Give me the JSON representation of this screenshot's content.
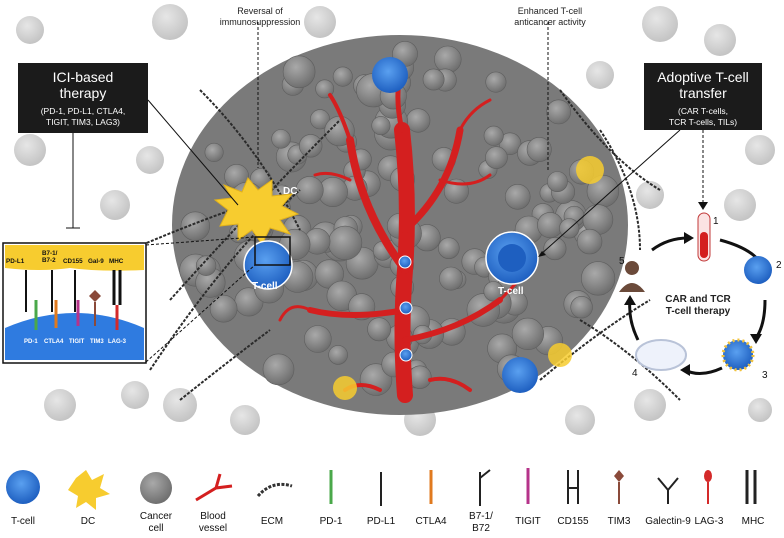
{
  "callouts": {
    "reversal": "Reversal of\nimmunosuppression",
    "enhanced": "Enhanced T-cell\nanticancer activity"
  },
  "ici_box": {
    "title": "ICI-based\ntherapy",
    "subtitle": "(PD-1, PD-L1, CTLA4,\nTIGIT, TIM3, LAG3)"
  },
  "act_box": {
    "title": "Adoptive T-cell\ntransfer",
    "subtitle": "(CAR T-cells,\nTCR T-cells, TILs)"
  },
  "scene_labels": {
    "dc": "DC",
    "tcell_left": "T-cell",
    "tcell_right": "T-cell"
  },
  "inset": {
    "top_labels": [
      "B7-1/\nB7-2",
      "CD155",
      "Gal-9",
      "MHC"
    ],
    "pd_l1": "PD-L1",
    "bottom_labels": [
      "PD-1",
      "CTLA4",
      "TIGIT",
      "TIM3",
      "LAG-3"
    ]
  },
  "cycle": {
    "title": "CAR and TCR\nT-cell therapy",
    "steps": [
      "1",
      "2",
      "3",
      "4",
      "5"
    ]
  },
  "legend": [
    {
      "label": "T-cell",
      "icon": "tcell-icon"
    },
    {
      "label": "DC",
      "icon": "dendritic-cell-icon"
    },
    {
      "label": "Cancer\ncell",
      "icon": "cancer-cell-icon"
    },
    {
      "label": "Blood\nvessel",
      "icon": "blood-vessel-icon"
    },
    {
      "label": "ECM",
      "icon": "ecm-fiber-icon"
    },
    {
      "label": "PD-1",
      "icon": "pd1-receptor-icon"
    },
    {
      "label": "PD-L1",
      "icon": "pdl1-ligand-icon"
    },
    {
      "label": "CTLA4",
      "icon": "ctla4-receptor-icon"
    },
    {
      "label": "B7-1/\nB72",
      "icon": "b7-ligand-icon"
    },
    {
      "label": "TIGIT",
      "icon": "tigit-receptor-icon"
    },
    {
      "label": "CD155",
      "icon": "cd155-ligand-icon"
    },
    {
      "label": "TIM3",
      "icon": "tim3-receptor-icon"
    },
    {
      "label": "Galectin-9",
      "icon": "galectin9-ligand-icon"
    },
    {
      "label": "LAG-3",
      "icon": "lag3-receptor-icon"
    },
    {
      "label": "MHC",
      "icon": "mhc-molecule-icon"
    }
  ],
  "colors": {
    "tcell": "#2f7be0",
    "dc": "#f7cc2f",
    "cancer": "#8d8d8d",
    "vessel": "#d41f1f",
    "box": "#1b1b1b",
    "pd1": "#4aa84a",
    "ctla4": "#e07a1f",
    "tigit": "#b5338a",
    "tim3": "#8a4a3a",
    "lag3": "#d42a2a"
  }
}
